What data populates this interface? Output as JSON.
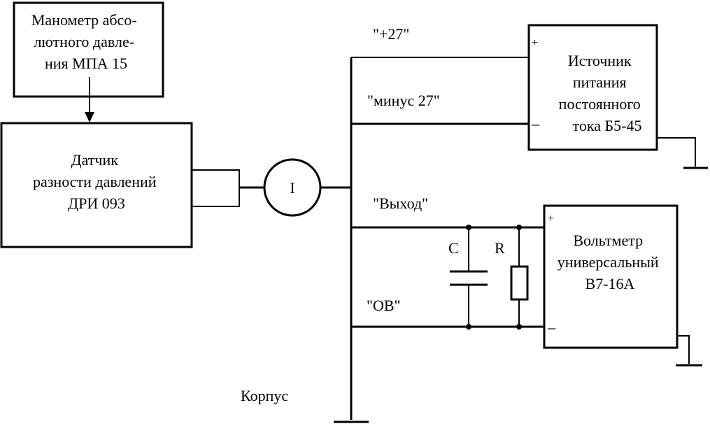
{
  "blocks": {
    "manometer": {
      "lines": [
        "Манометр абсо-",
        "лютного давле-",
        "ния МПА 15"
      ]
    },
    "sensor": {
      "lines": [
        "Датчик",
        "разности давлений",
        "ДРИ 093"
      ]
    },
    "power_supply": {
      "lines": [
        "Источник",
        "питания",
        "постоянного",
        "тока Б5-45"
      ],
      "plus": "+",
      "minus": "–"
    },
    "voltmeter": {
      "lines": [
        "Вольтметр",
        "универсальный",
        "В7-16А"
      ],
      "plus": "+",
      "minus": "–"
    },
    "ammeter": {
      "symbol": "I"
    }
  },
  "wires": {
    "plus27": "\"+27\"",
    "minus27": "\"минус 27\"",
    "output": "\"Выход\"",
    "ov": "\"ОВ\"",
    "case": "Корпус"
  },
  "components": {
    "capacitor": "C",
    "resistor": "R"
  }
}
